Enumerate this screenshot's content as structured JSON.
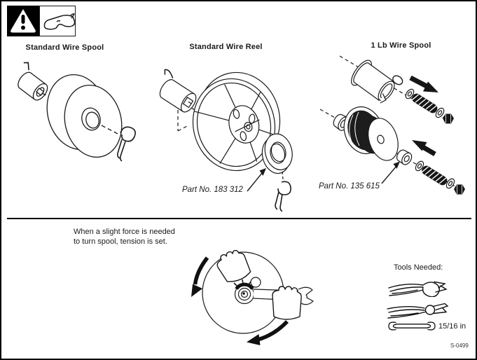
{
  "page": {
    "figure_code": "S-0499",
    "ink": "#1a1a1a",
    "paper": "#ffffff"
  },
  "safety_header": {
    "warning_icon": "warning-triangle",
    "eye_protection_icon": "safety-glasses"
  },
  "sections": [
    {
      "title": "Standard Wire Spool",
      "illustration": [
        "hub-axle",
        "wire-spool",
        "retaining-pin"
      ]
    },
    {
      "title": "Standard Wire Reel",
      "part_no": "Part No. 183 312",
      "illustration": [
        "hub-axle",
        "spoked-wire-reel",
        "spacer-ring",
        "retaining-pin"
      ]
    },
    {
      "title": "1 Lb Wire Spool",
      "part_no": "Part No. 135 615",
      "illustration": [
        "hub-cylinder",
        "washer",
        "spring",
        "nut",
        "small-wire-spool",
        "spool-adapter"
      ]
    }
  ],
  "tension_panel": {
    "instruction_line1": "When a slight force is needed",
    "instruction_line2": "to turn spool, tension is set.",
    "illustration": [
      "spool-circle",
      "hand",
      "wrench",
      "rotation-arrows"
    ]
  },
  "tools_panel": {
    "label": "Tools Needed:",
    "items": [
      "wire-cutters",
      "pliers",
      "open-end-wrench"
    ],
    "wrench_size": "15/16 in"
  }
}
